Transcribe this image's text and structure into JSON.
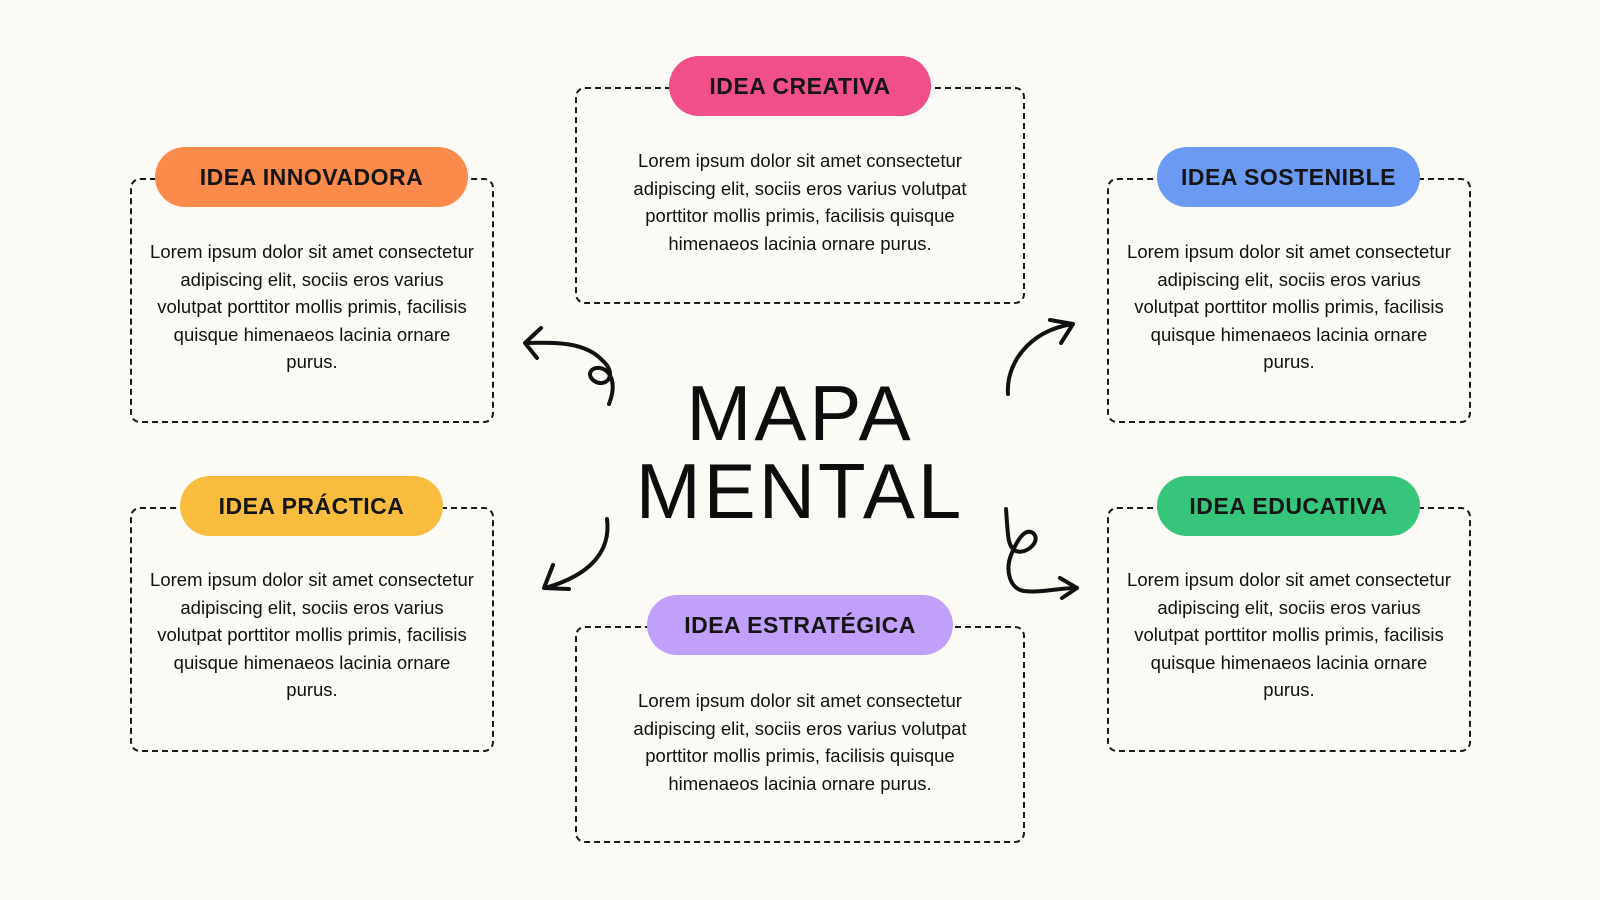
{
  "title": {
    "line1": "MAPA",
    "line2": "MENTAL"
  },
  "nodes": {
    "creativa": {
      "label": "IDEA CREATIVA",
      "text": "Lorem ipsum dolor sit amet consectetur adipiscing elit, sociis eros varius volutpat porttitor mollis primis, facilisis quisque himenaeos lacinia ornare purus.",
      "color": "#f14f8a"
    },
    "innovadora": {
      "label": "IDEA INNOVADORA",
      "text": "Lorem ipsum dolor sit amet consectetur adipiscing elit, sociis eros varius volutpat porttitor mollis primis, facilisis quisque himenaeos lacinia ornare purus.",
      "color": "#fb8b4b"
    },
    "sostenible": {
      "label": "IDEA SOSTENIBLE",
      "text": "Lorem ipsum dolor sit amet consectetur adipiscing elit, sociis eros varius volutpat porttitor mollis primis, facilisis quisque himenaeos lacinia ornare purus.",
      "color": "#6b9af5"
    },
    "practica": {
      "label": "IDEA PRÁCTICA",
      "text": "Lorem ipsum dolor sit amet consectetur adipiscing elit, sociis eros varius volutpat porttitor mollis primis, facilisis quisque himenaeos lacinia ornare purus.",
      "color": "#f8bd3f"
    },
    "educativa": {
      "label": "IDEA EDUCATIVA",
      "text": "Lorem ipsum dolor sit amet consectetur adipiscing elit, sociis eros varius volutpat porttitor mollis primis, facilisis quisque himenaeos lacinia ornare purus.",
      "color": "#36c57a"
    },
    "estrategica": {
      "label": "IDEA ESTRATÉGICA",
      "text": "Lorem ipsum dolor sit amet consectetur adipiscing elit, sociis eros varius volutpat porttitor mollis primis, facilisis quisque himenaeos lacinia ornare purus.",
      "color": "#c1a0fb"
    }
  },
  "icons": {
    "arrow_top_left": "curly-arrow-left-icon",
    "arrow_top_right": "curved-arrow-up-right-icon",
    "arrow_bottom_left": "curved-arrow-down-left-icon",
    "arrow_bottom_right": "loop-arrow-right-icon"
  }
}
